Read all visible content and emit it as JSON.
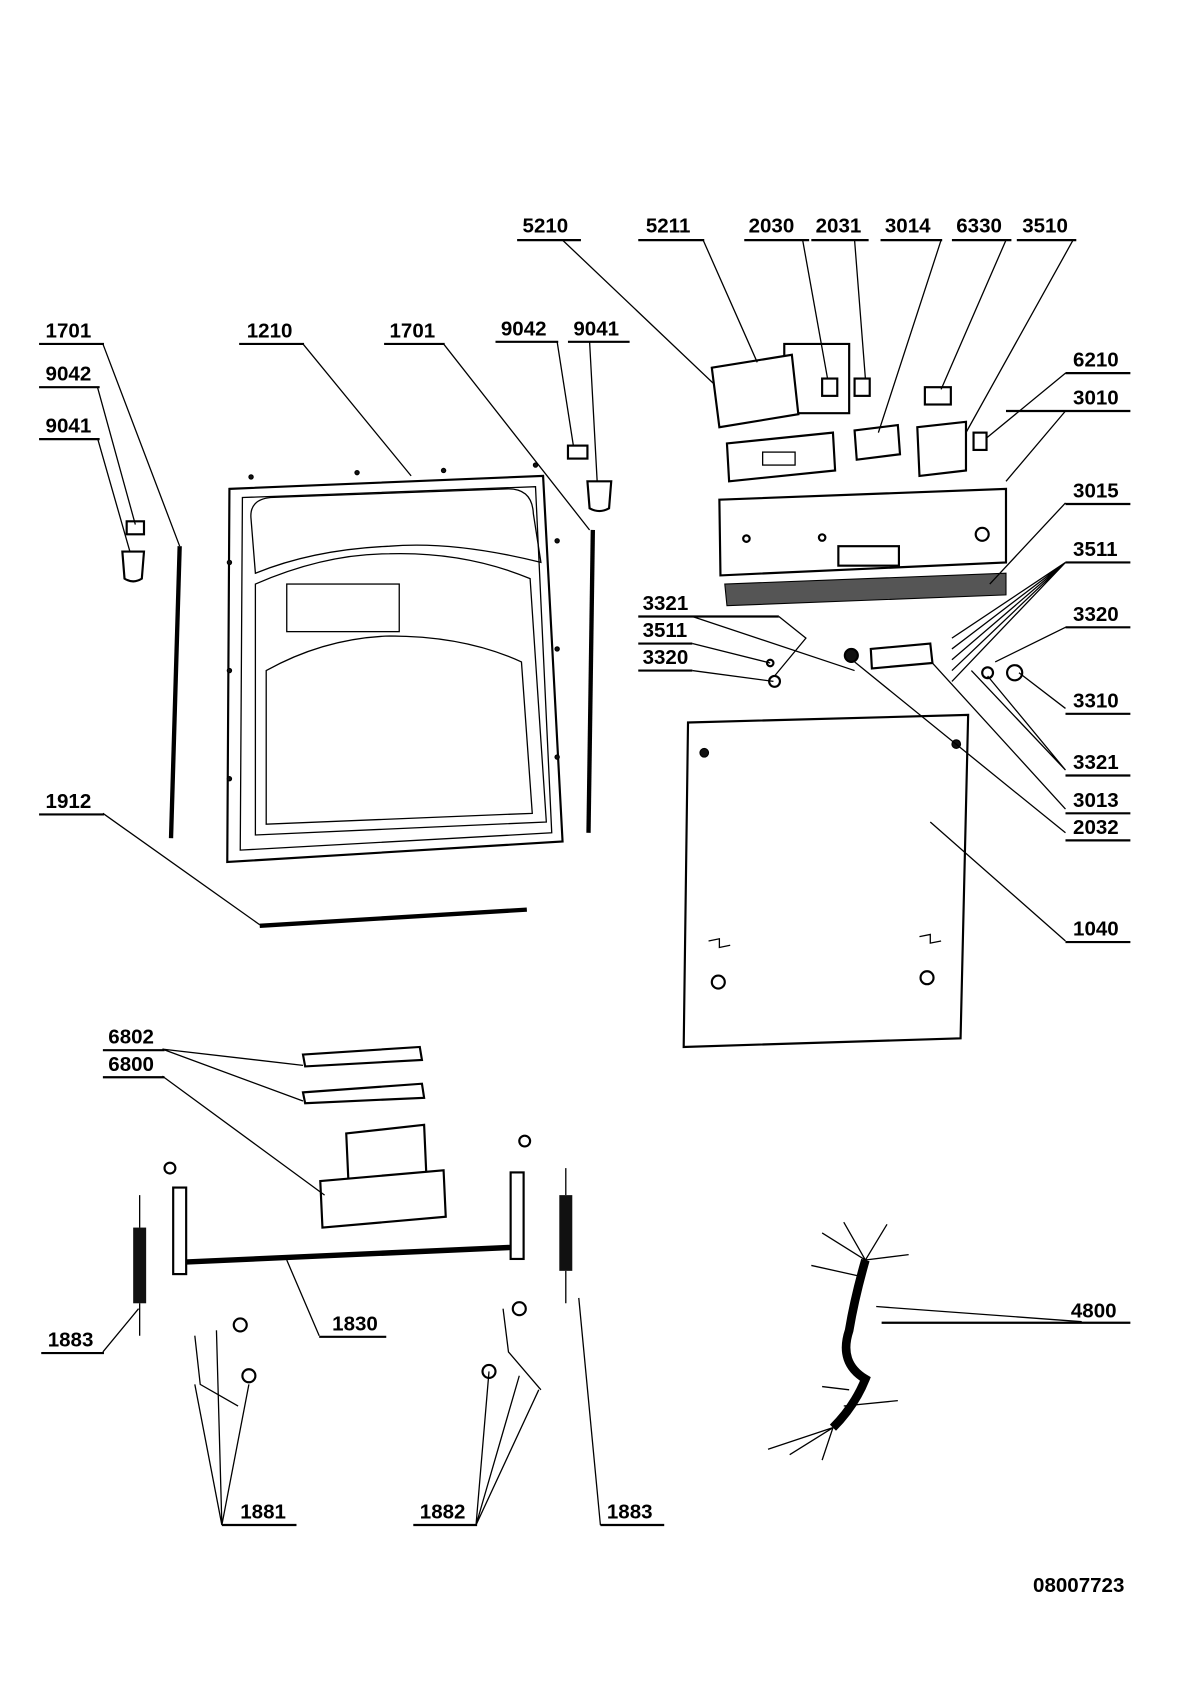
{
  "diagram": {
    "type": "exploded-parts-view",
    "drawing_number": "08007723",
    "labels": [
      {
        "text": "5210"
      },
      {
        "text": "5211"
      },
      {
        "text": "2030"
      },
      {
        "text": "2031"
      },
      {
        "text": "3014"
      },
      {
        "text": "6330"
      },
      {
        "text": "3510"
      },
      {
        "text": "6210"
      },
      {
        "text": "3010"
      },
      {
        "text": "3015"
      },
      {
        "text": "3511"
      },
      {
        "text": "3320"
      },
      {
        "text": "3310"
      },
      {
        "text": "3321"
      },
      {
        "text": "3013"
      },
      {
        "text": "2032"
      },
      {
        "text": "1040"
      },
      {
        "text": "3321"
      },
      {
        "text": "3511"
      },
      {
        "text": "3320"
      },
      {
        "text": "1701"
      },
      {
        "text": "9042"
      },
      {
        "text": "9041"
      },
      {
        "text": "1210"
      },
      {
        "text": "1701"
      },
      {
        "text": "9042"
      },
      {
        "text": "9041"
      },
      {
        "text": "1912"
      },
      {
        "text": "6802"
      },
      {
        "text": "6800"
      },
      {
        "text": "1883"
      },
      {
        "text": "1830"
      },
      {
        "text": "1881"
      },
      {
        "text": "1882"
      },
      {
        "text": "1883"
      },
      {
        "text": "4800"
      }
    ]
  }
}
